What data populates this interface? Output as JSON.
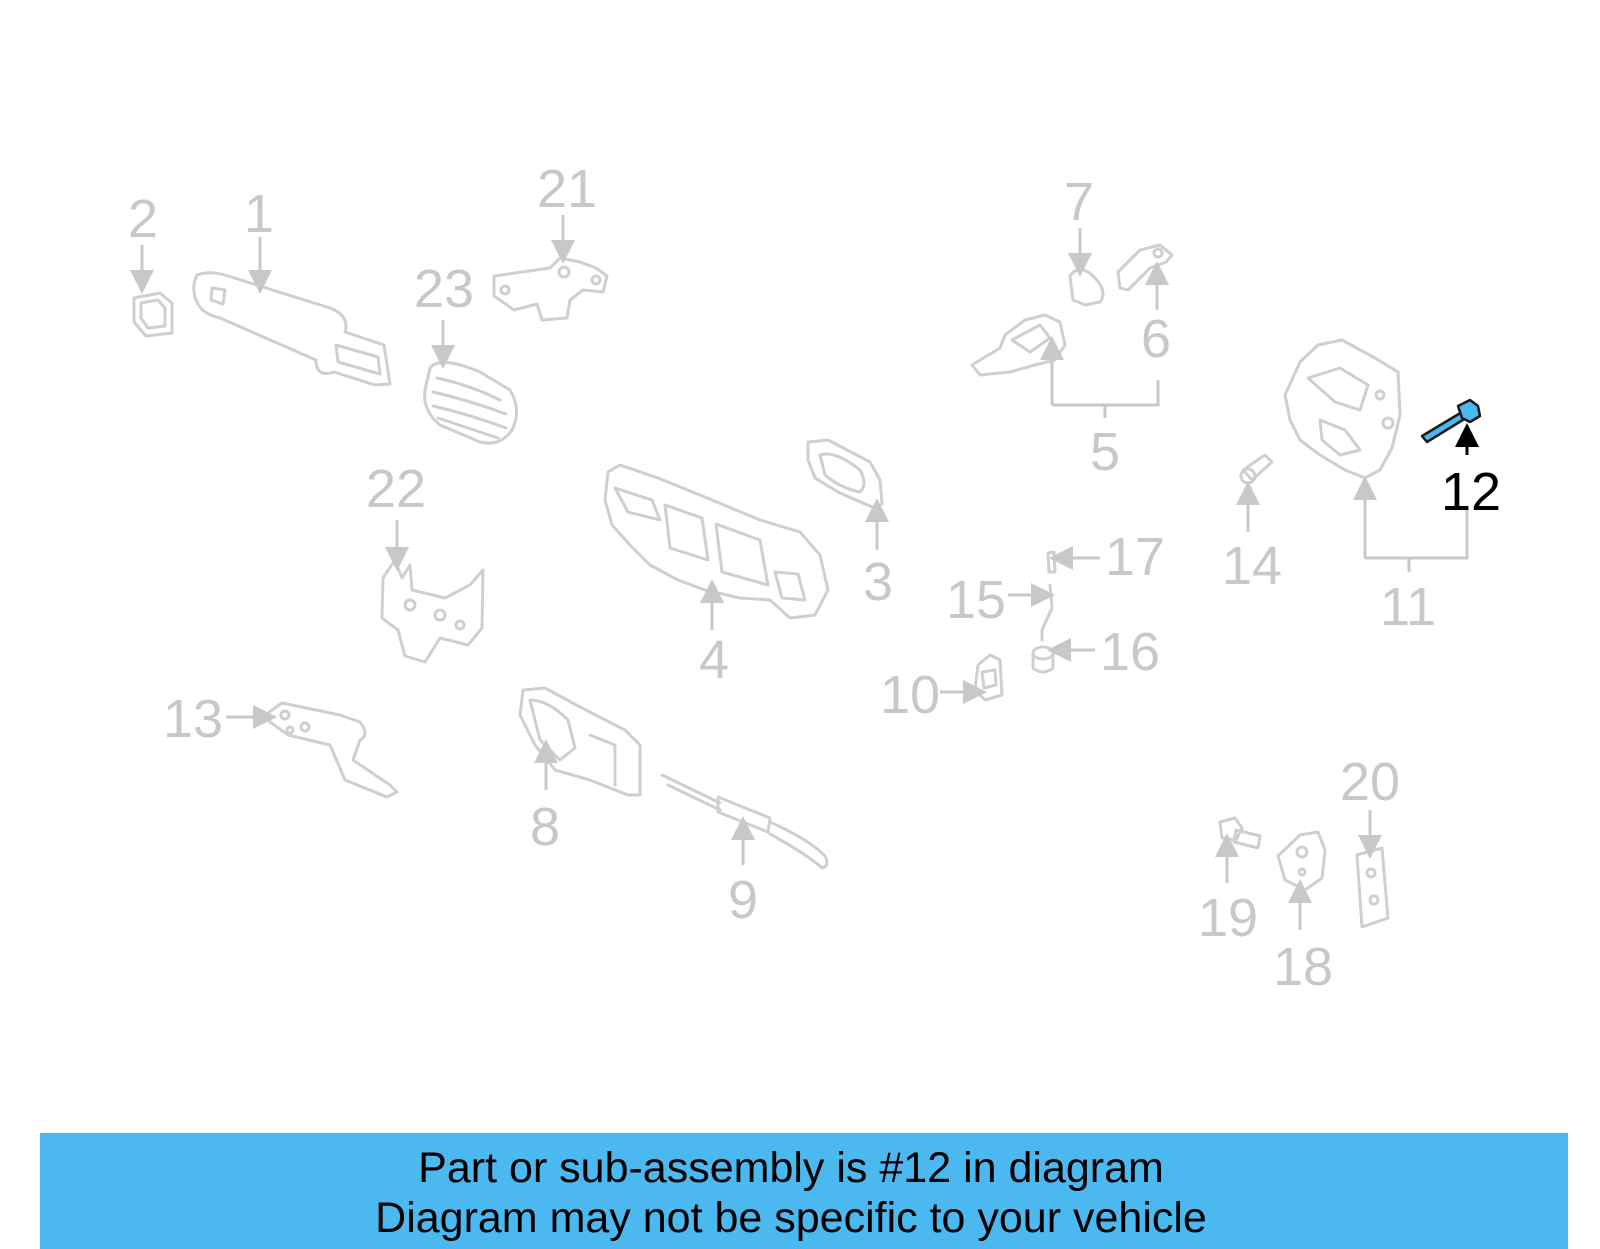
{
  "diagram": {
    "highlight_color": "#4cb8f0",
    "highlighted_part": "12",
    "callouts": [
      "1",
      "2",
      "3",
      "4",
      "5",
      "6",
      "7",
      "8",
      "9",
      "10",
      "11",
      "12",
      "13",
      "14",
      "15",
      "16",
      "17",
      "18",
      "19",
      "20",
      "21",
      "22",
      "23"
    ]
  },
  "banner": {
    "line1": "Part or sub-assembly is #12 in diagram",
    "line2": "Diagram may not be specific to your vehicle"
  }
}
